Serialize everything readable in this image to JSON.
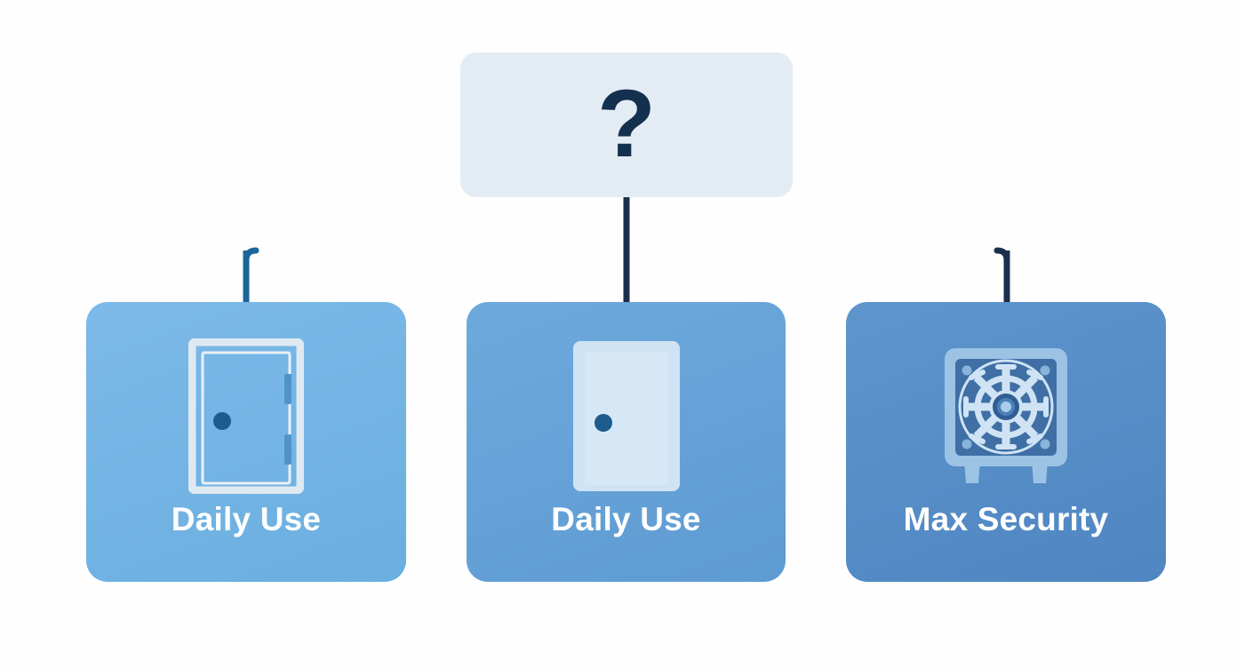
{
  "diagram": {
    "type": "decision-tree",
    "background_color": "#ffffff",
    "root": {
      "icon": "question-mark-icon",
      "label": "?",
      "box_color": "#e4ecf3",
      "text_color": "#13304e"
    },
    "connector": {
      "color_left": "#1c6599",
      "color_right": "#1b2f4c",
      "style": "orthogonal-elbow"
    },
    "options": [
      {
        "id": "option-1",
        "label": "Daily Use",
        "icon": "door-outline-icon",
        "card_color": "#7db9e8",
        "text_color": "#ffffff"
      },
      {
        "id": "option-2",
        "label": "Daily Use",
        "icon": "door-filled-icon",
        "card_color": "#6ea9dc",
        "text_color": "#ffffff"
      },
      {
        "id": "option-3",
        "label": "Max Security",
        "icon": "safe-vault-icon",
        "card_color": "#5e95cd",
        "text_color": "#ffffff"
      }
    ]
  }
}
